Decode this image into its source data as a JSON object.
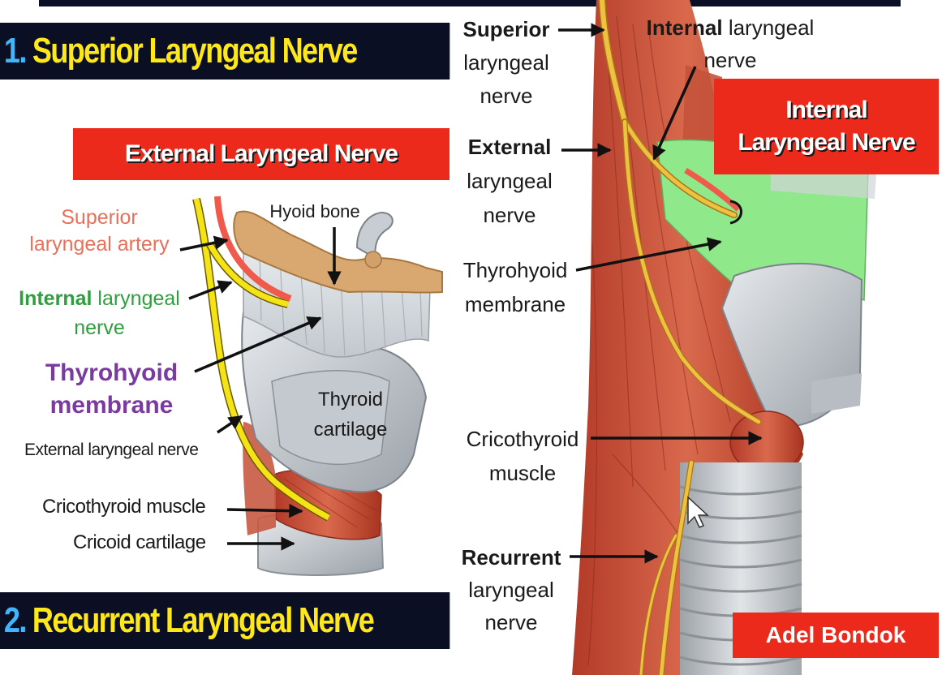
{
  "banners": {
    "superior_num": "1.",
    "superior_title": "Superior Laryngeal Nerve",
    "recurrent_num": "2.",
    "recurrent_title": "Recurrent Laryngeal Nerve",
    "external": "External Laryngeal Nerve",
    "internal_line1": "Internal",
    "internal_line2": "Laryngeal Nerve",
    "author": "Adel Bondok"
  },
  "left_labels": {
    "artery_1": "Superior",
    "artery_2": "laryngeal artery",
    "internal_bold": "Internal",
    "internal_rest": " laryngeal",
    "internal_2": "nerve",
    "thyrohyoid_1": "Thyrohyoid",
    "thyrohyoid_2": "membrane",
    "external_nerve": "External laryngeal nerve",
    "cricothyroid": "Cricothyroid muscle",
    "cricoid": "Cricoid cartilage",
    "hyoid": "Hyoid bone",
    "thyroid_1": "Thyroid",
    "thyroid_2": "cartilage"
  },
  "right_labels": {
    "superior_1": "Superior",
    "superior_2": "laryngeal",
    "superior_3": "nerve",
    "internal_bold": "Internal",
    "internal_rest": " laryngeal",
    "internal_2": "nerve",
    "external_1": "External",
    "external_2": "laryngeal",
    "external_3": "nerve",
    "thyrohyoid_1": "Thyrohyoid",
    "thyrohyoid_2": "membrane",
    "cricothyroid_1": "Cricothyroid",
    "cricothyroid_2": "muscle",
    "recurrent_1": "Recurrent",
    "recurrent_2": "laryngeal",
    "recurrent_3": "nerve"
  },
  "colors": {
    "banner_dark": "#0a0f24",
    "banner_yellow_text": "#ffe81a",
    "banner_number_blue": "#3fb6ff",
    "banner_red": "#ec2a1c",
    "artery_label": "#e8705a",
    "internal_label_green": "#2e9e3e",
    "thyrohyoid_purple": "#7a3aa0",
    "membrane_green": "#8fe88a",
    "nerve_yellow": "#f4e416",
    "artery_red": "#ef5a4a",
    "muscle_red": "#c8503a",
    "cartilage_gray": "#c9ced3",
    "hyoid_tan": "#d9a870"
  }
}
